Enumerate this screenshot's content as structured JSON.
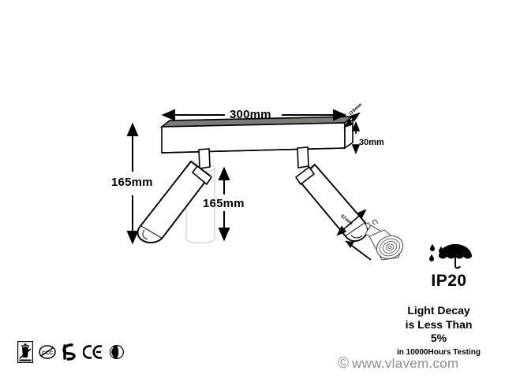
{
  "document": {
    "type": "product-dimension-drawing",
    "subject": "двухламповый поворотный светильник-спот на планке",
    "background_color": "#ffffff",
    "line_color": "#000000",
    "bar_top_face_color": "#7d7b76",
    "ghost_color": "#cfcfcf",
    "watermark_color": "#8d8d8d"
  },
  "dimensions": {
    "overall_width": "300mm",
    "fixture_height_left": "165mm",
    "fixture_height_center": "165mm",
    "bar_thickness": "30mm",
    "bar_depth_diagonal": "110mm",
    "head_diameter_diagonal": "57mm"
  },
  "ratings": {
    "ingress_protection": "IP20",
    "ip_icon": "umbrella-rain-icon"
  },
  "light_decay": {
    "line1": "Light Decay",
    "line2": "is Less Than",
    "line3": "5%",
    "condition": "in 10000Hours Testing"
  },
  "watermark": {
    "copyright_symbol": "©",
    "url": "www.vlavem.com"
  },
  "certifications": [
    {
      "name": "weee-crossed-bin-icon",
      "label": "WEEE"
    },
    {
      "name": "ccc-icon",
      "label": "CCC"
    },
    {
      "name": "gs-safety-icon",
      "label": "GS"
    },
    {
      "name": "ce-icon",
      "label": "CE"
    },
    {
      "name": "green-dot-icon",
      "label": "Green Dot"
    }
  ],
  "parts": {
    "mounting_bar": "mounting-bar",
    "left_spotlight": "left-spotlight-head",
    "right_spotlight": "right-spotlight-head",
    "gu10_bulb": "gu10-bulb",
    "ghost_cylinder": "ghost-reference-cylinder"
  }
}
